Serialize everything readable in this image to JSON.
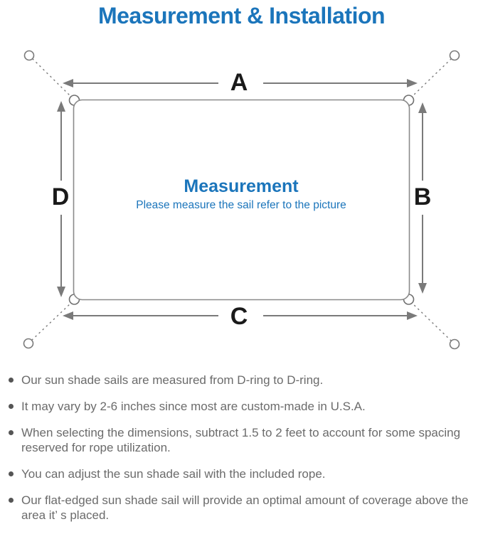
{
  "title": "Measurement & Installation",
  "diagram": {
    "center_title": "Measurement",
    "center_subtitle": "Please measure the sail refer to the picture",
    "labels": {
      "top": "A",
      "right": "B",
      "bottom": "C",
      "left": "D"
    }
  },
  "notes": [
    "Our sun shade sails are measured from D-ring to D-ring.",
    "It may vary by 2-6 inches since most are custom-made in U.S.A.",
    "When selecting the dimensions, subtract 1.5 to 2 feet to account for some spacing reserved for rope utilization.",
    "You can adjust the sun shade sail with the included rope.",
    "Our flat-edged sun shade sail will provide an optimal amount of coverage above the area it’ s placed."
  ],
  "colors": {
    "accent_blue": "#1b75bb",
    "line_gray": "#7a7a7a",
    "label_black": "#1a1a1a",
    "note_gray": "#6b6b6b"
  }
}
